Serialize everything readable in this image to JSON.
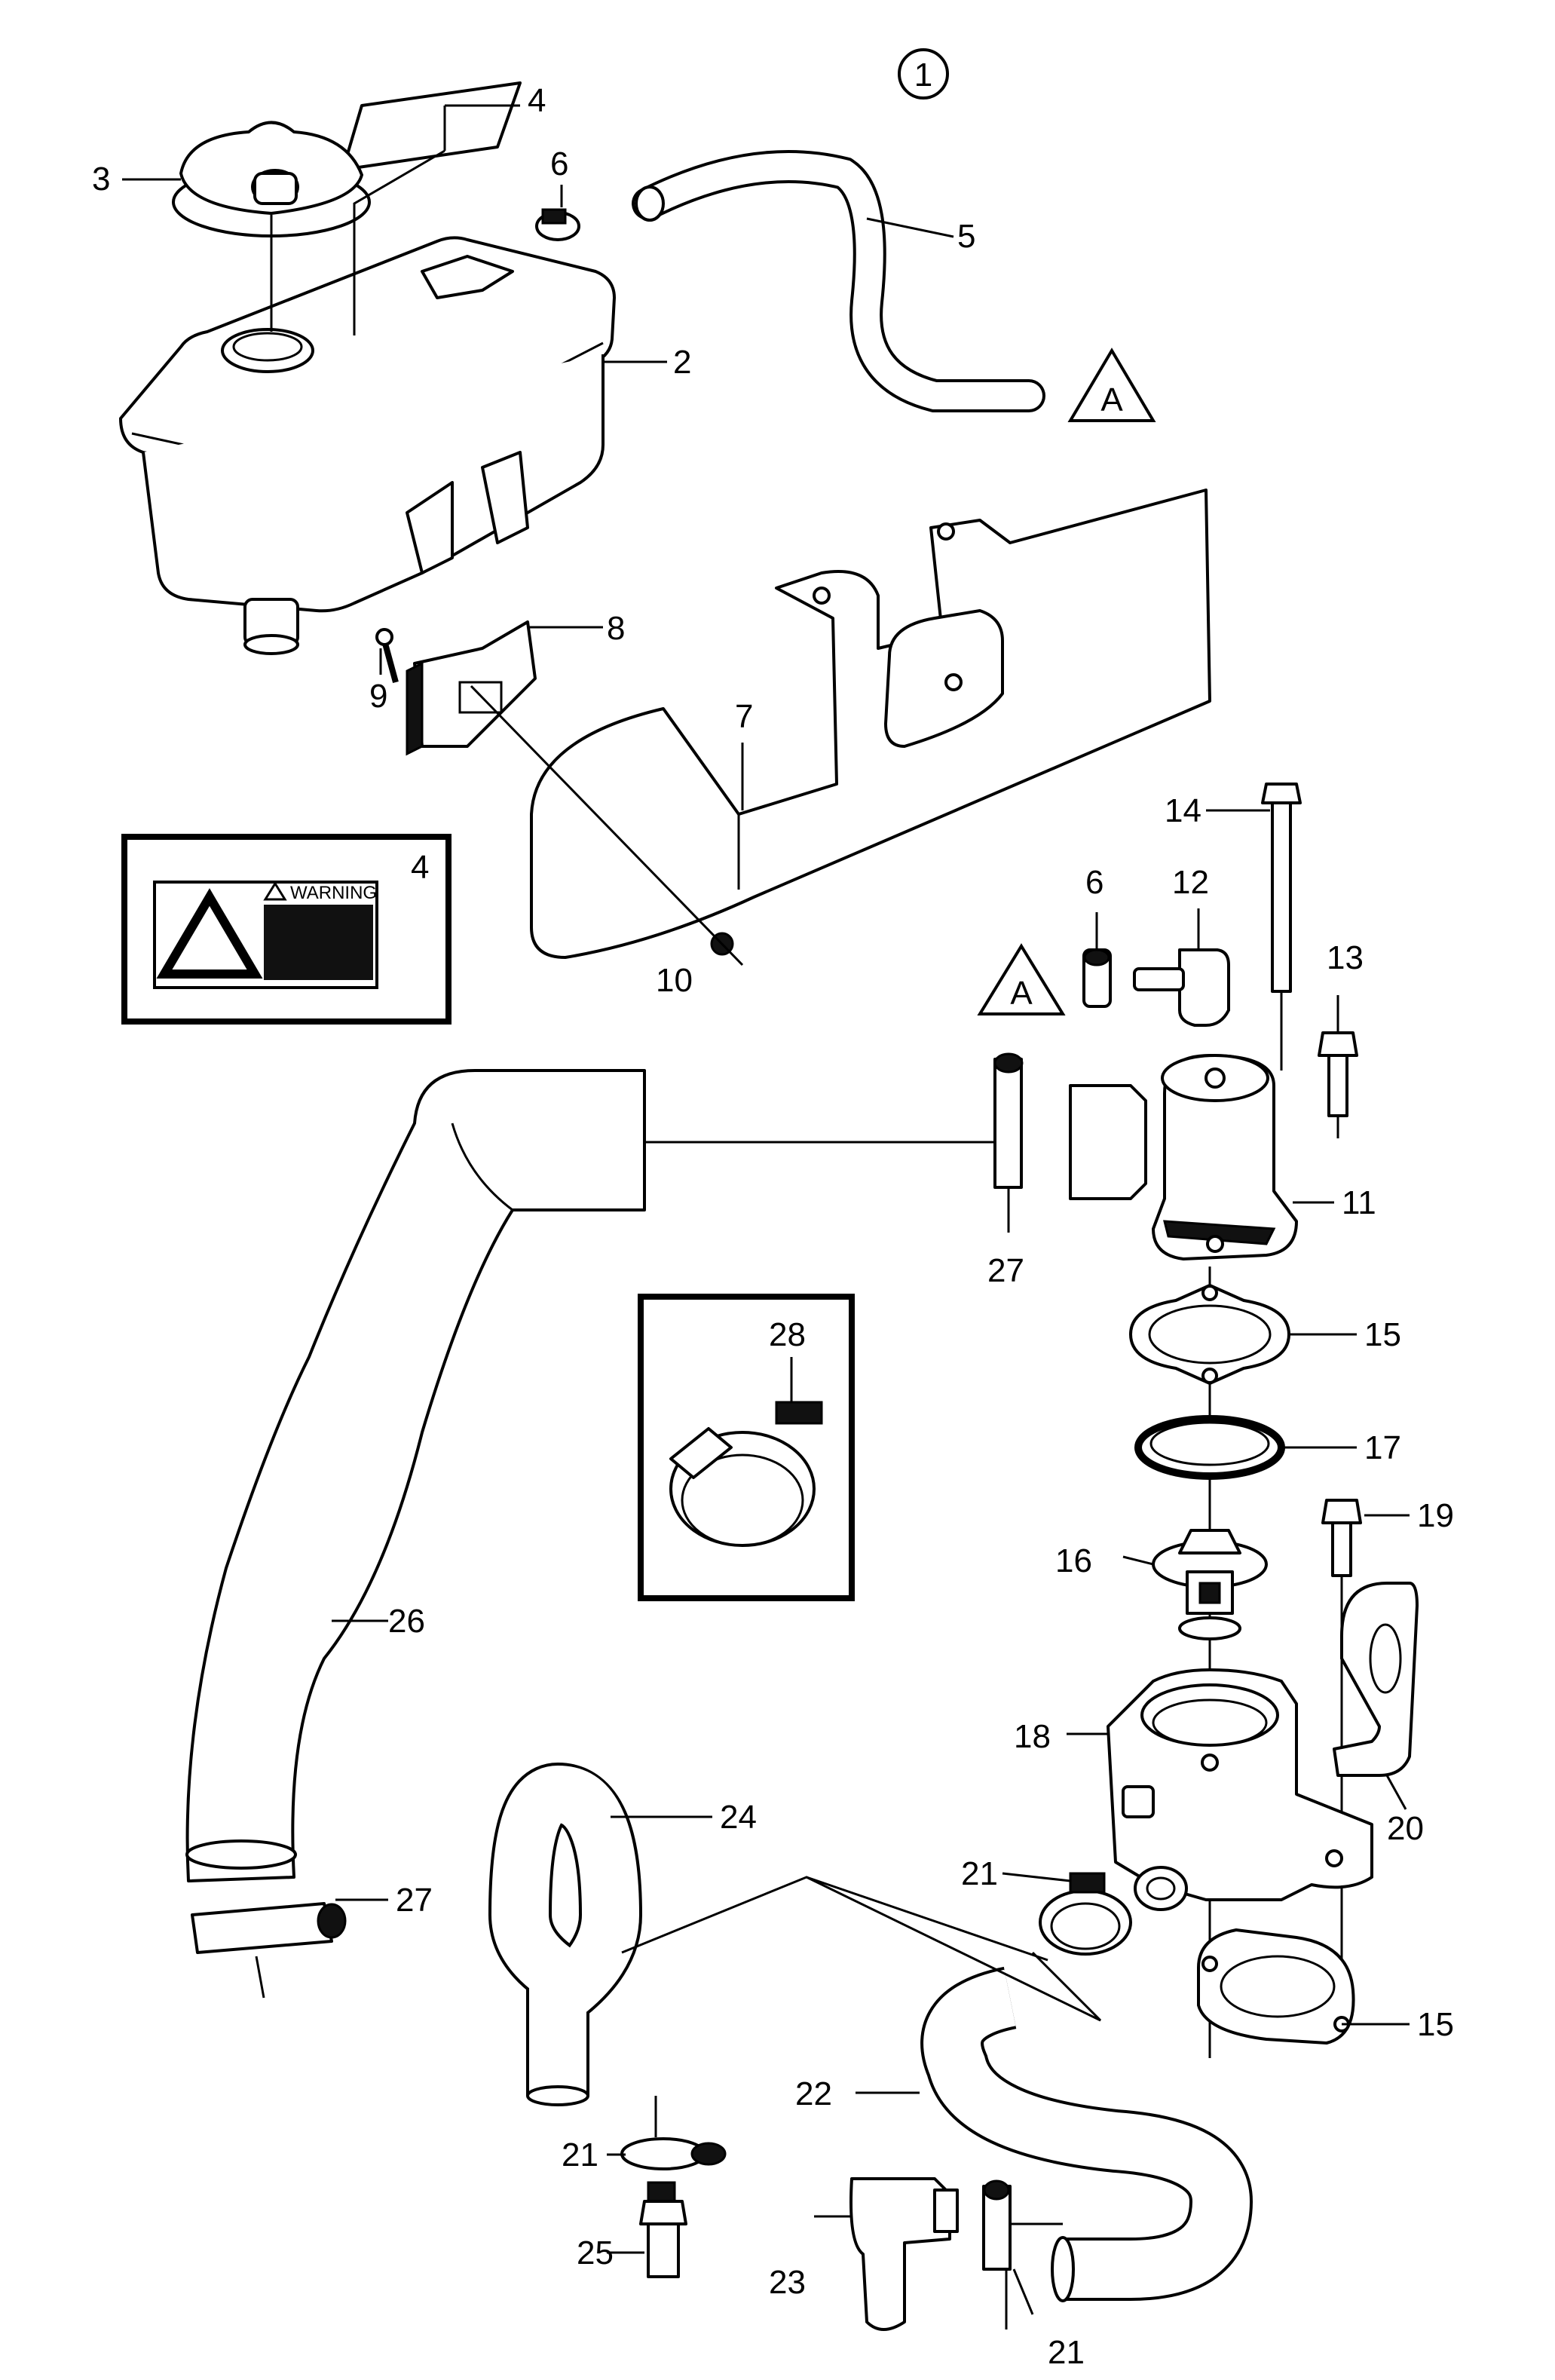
{
  "diagram": {
    "group_number": "1",
    "reference_marker": "A",
    "warning_label_text": "WARNING",
    "warning_label_callout": "4",
    "callouts": {
      "c1": "1",
      "c2": "2",
      "c3": "3",
      "c4": "4",
      "c5": "5",
      "c6a": "6",
      "c6b": "6",
      "c7": "7",
      "c8": "8",
      "c9": "9",
      "c10": "10",
      "c11": "11",
      "c12": "12",
      "c13": "13",
      "c14": "14",
      "c15a": "15",
      "c15b": "15",
      "c16": "16",
      "c17": "17",
      "c18": "18",
      "c19": "19",
      "c20": "20",
      "c21a": "21",
      "c21b": "21",
      "c21c": "21",
      "c22": "22",
      "c23": "23",
      "c24": "24",
      "c25": "25",
      "c26": "26",
      "c27a": "27",
      "c27b": "27",
      "c28": "28"
    }
  }
}
